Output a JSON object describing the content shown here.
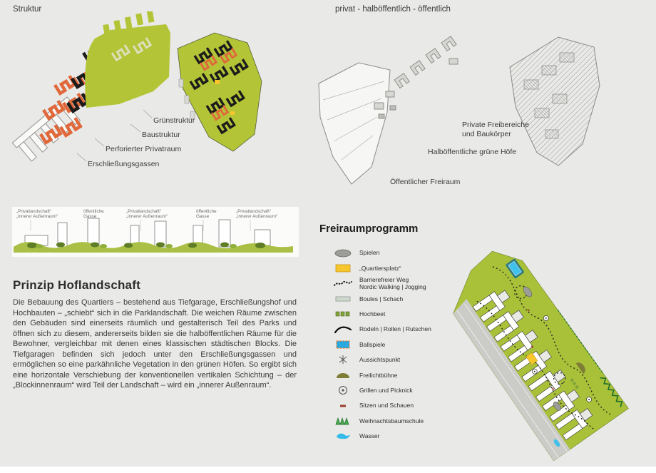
{
  "page": {
    "background": "#e9e9e7"
  },
  "colors": {
    "green": "#b3c437",
    "park_green": "#a9c039",
    "orange": "#e0683a",
    "black": "#1c1c1c",
    "yellow": "#f6c62c",
    "blue": "#2aa9e0",
    "road_gray": "#cbcbc7",
    "tree_green": "#1d6e2a"
  },
  "struktur": {
    "title": "Struktur",
    "legend": {
      "gruen": "Grünstruktur",
      "bau": "Baustruktur",
      "privatraum": "Perforierter Privatraum",
      "gassen": "Erschließungsgassen"
    }
  },
  "zonierung": {
    "title": "privat - halböffentlich - öffentlich",
    "private_line1": "Private Freibereiche",
    "private_line2": "und Baukörper",
    "semi": "Halböffentliche grüne Höfe",
    "public": "Öffentlicher Freiraum"
  },
  "section": {
    "labels": [
      {
        "l1": "„Privatlandschaft“",
        "l2": "„innerer Außenraum“"
      },
      {
        "l1": "öffentliche",
        "l2": "Gasse"
      },
      {
        "l1": "„Privatlandschaft“",
        "l2": "„innerer Außenraum“"
      },
      {
        "l1": "öffentliche",
        "l2": "Gasse"
      },
      {
        "l1": "„Privatlandschaft“",
        "l2": "„innerer Außenraum“"
      }
    ]
  },
  "prinzip": {
    "heading": "Prinzip Hoflandschaft",
    "body": "Die Bebauung des Quartiers – bestehend aus Tiefgarage, Erschließungshof und Hochbauten – „schiebt“ sich in die Parklandschaft. Die weichen Räume zwischen den Gebäuden sind einerseits räumlich und gestalterisch Teil des Parks und öffnen sich zu diesem, andererseits bilden sie die halböffentlichen Räume für die Bewohner, vergleichbar mit denen eines klassischen städtischen Blocks. Die Tiefgaragen befinden sich jedoch unter den Erschließungsgassen und ermöglichen so eine parkähnliche Vegetation in den grünen Höfen. So ergibt sich eine horizontale Verschiebung der konventionellen vertikalen Schichtung – der „Blockinnenraum“ wird Teil der Landschaft – wird ein „innerer Außenraum“."
  },
  "freiraum": {
    "heading": "Freiraumprogramm",
    "legend": [
      {
        "icon": "play-area-ellipse",
        "label": "Spielen"
      },
      {
        "icon": "quarter-square-yellow",
        "label": "„Quartiersplatz“"
      },
      {
        "icon": "dotted-path",
        "label": "Barrierefreier Weg",
        "label2": "Nordic Walking | Jogging"
      },
      {
        "icon": "boules-court",
        "label": "Boules | Schach"
      },
      {
        "icon": "raised-beds",
        "label": "Hochbeet"
      },
      {
        "icon": "sled-curve",
        "label": "Rodeln | Rollen | Rutschen"
      },
      {
        "icon": "ball-field-blue",
        "label": "Ballspiele"
      },
      {
        "icon": "viewpoint-star",
        "label": "Aussichtspunkt"
      },
      {
        "icon": "open-air-stage",
        "label": "Freilichtbühne"
      },
      {
        "icon": "bbq-circle",
        "label": "Grillen und Picknick"
      },
      {
        "icon": "bench-dash",
        "label": "Sitzen und Schauen"
      },
      {
        "icon": "christmas-trees",
        "label": "Weihnachtsbaumschule"
      },
      {
        "icon": "water-blob",
        "label": "Wasser"
      }
    ]
  }
}
